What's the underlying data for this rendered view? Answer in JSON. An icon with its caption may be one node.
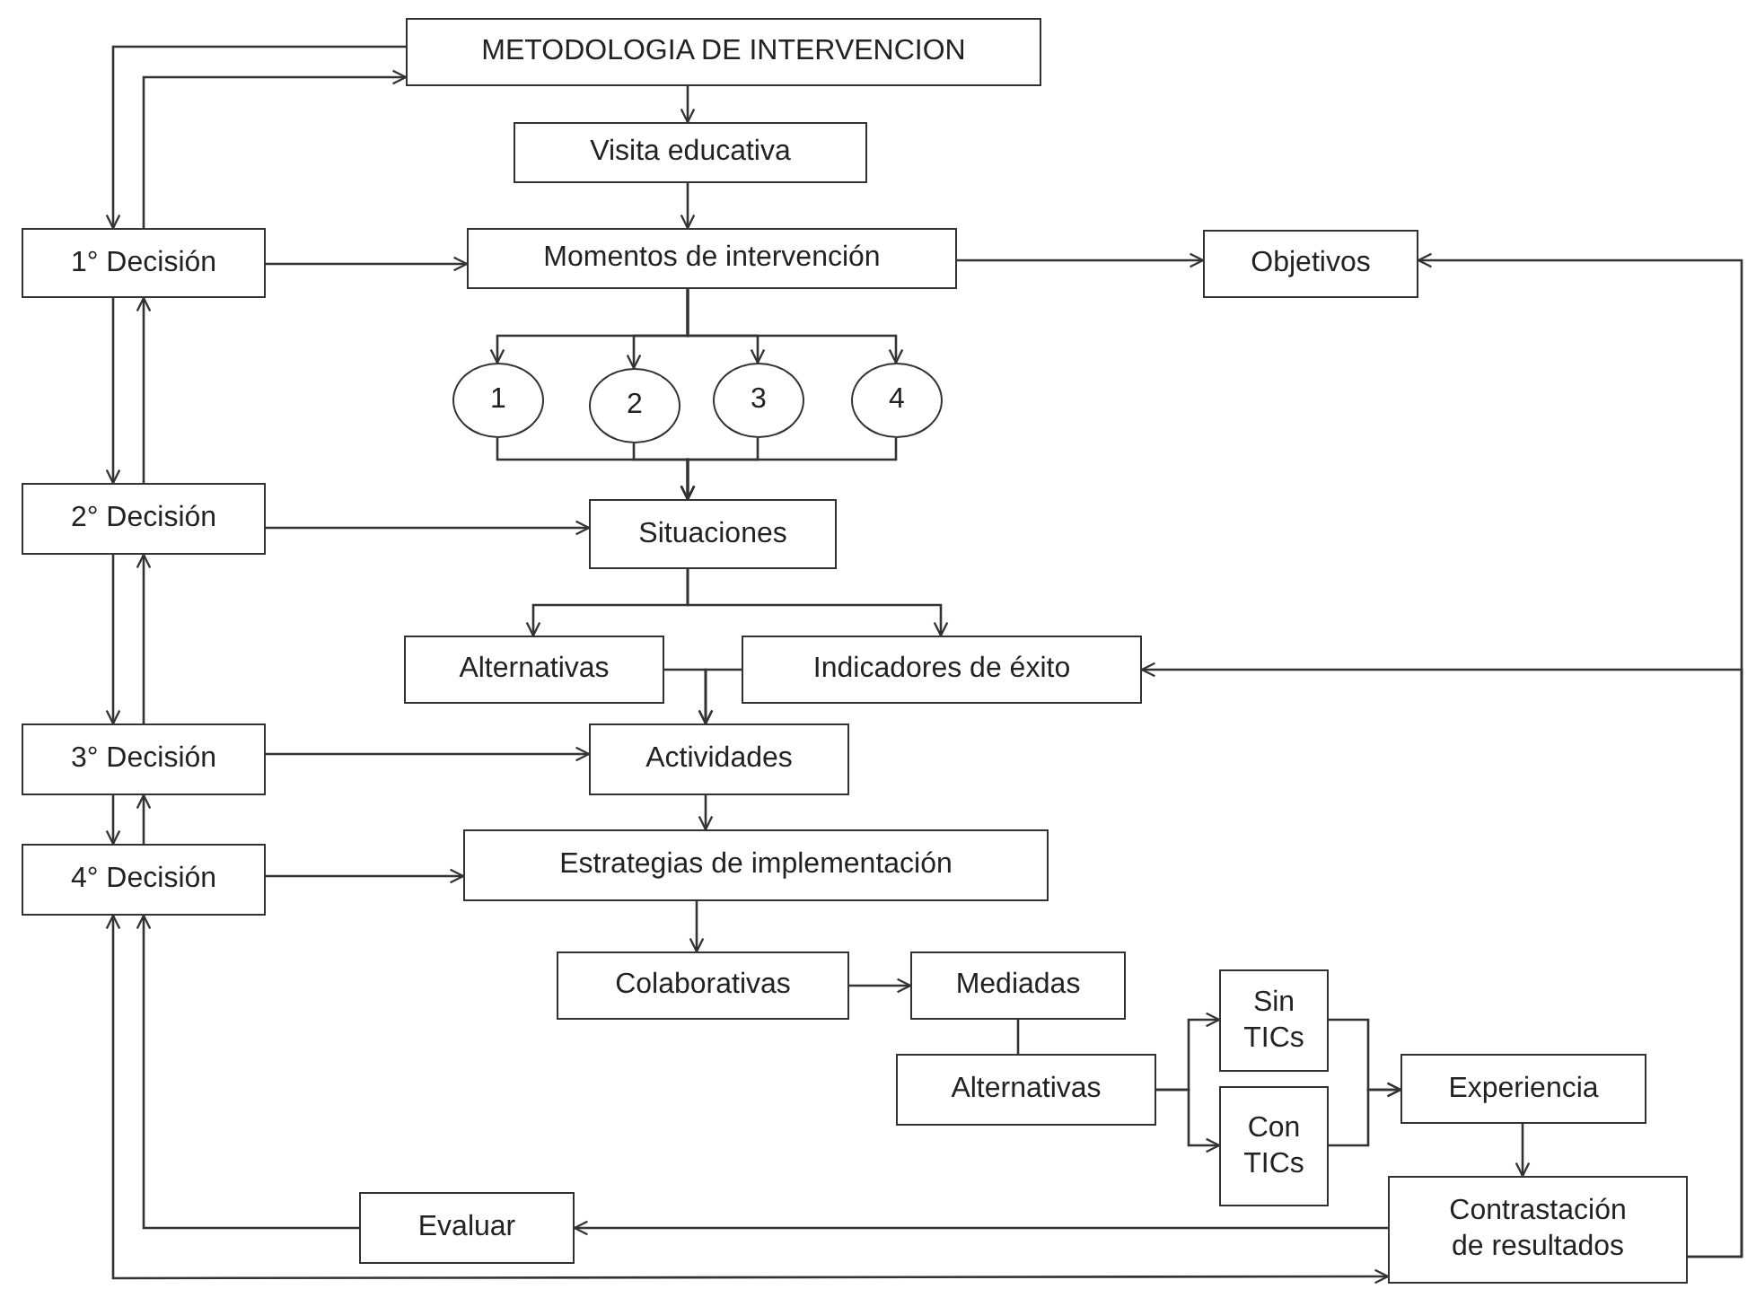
{
  "diagram": {
    "nodes": [
      {
        "text": [
          "METODOLOGIA DE INTERVENCION"
        ]
      },
      {
        "text": [
          "Visita educativa"
        ]
      },
      {
        "text": [
          "1° Decisión"
        ]
      },
      {
        "text": [
          "Momentos de intervención"
        ]
      },
      {
        "text": [
          "Objetivos"
        ]
      },
      {
        "text": [
          "1"
        ]
      },
      {
        "text": [
          "2"
        ]
      },
      {
        "text": [
          "3"
        ]
      },
      {
        "text": [
          "4"
        ]
      },
      {
        "text": [
          "2° Decisión"
        ]
      },
      {
        "text": [
          "Situaciones"
        ]
      },
      {
        "text": [
          "Alternativas"
        ]
      },
      {
        "text": [
          "Indicadores de éxito"
        ]
      },
      {
        "text": [
          "3° Decisión"
        ]
      },
      {
        "text": [
          "Actividades"
        ]
      },
      {
        "text": [
          "4° Decisión"
        ]
      },
      {
        "text": [
          "Estrategias de implementación"
        ]
      },
      {
        "text": [
          "Colaborativas"
        ]
      },
      {
        "text": [
          "Mediadas"
        ]
      },
      {
        "text": [
          "Alternativas"
        ]
      },
      {
        "text": [
          "Sin TICs"
        ]
      },
      {
        "text": [
          "Con TICs"
        ]
      },
      {
        "text": [
          "Experiencia"
        ]
      },
      {
        "text": [
          "Evaluar"
        ]
      },
      {
        "text": [
          "Contrastación de resultados"
        ]
      }
    ],
    "edges": [
      {
        "from": 0,
        "to": 2,
        "arrow": "to"
      },
      {
        "from": 2,
        "to": 0,
        "arrow": "to"
      },
      {
        "from": 0,
        "to": 1,
        "arrow": "to"
      },
      {
        "from": 1,
        "to": 3,
        "arrow": "to"
      },
      {
        "from": 2,
        "to": 3,
        "arrow": "to"
      },
      {
        "from": 3,
        "to": 4,
        "arrow": "to"
      },
      {
        "from": 24,
        "to": 4,
        "arrow": "to"
      },
      {
        "from": 3,
        "to": 5,
        "arrow": "to"
      },
      {
        "from": 3,
        "to": 6,
        "arrow": "to"
      },
      {
        "from": 3,
        "to": 7,
        "arrow": "to"
      },
      {
        "from": 3,
        "to": 8,
        "arrow": "to"
      },
      {
        "from": 5,
        "to": 10,
        "arrow": "to"
      },
      {
        "from": 6,
        "to": 10,
        "arrow": "to"
      },
      {
        "from": 7,
        "to": 10,
        "arrow": "to"
      },
      {
        "from": 8,
        "to": 10,
        "arrow": "to"
      },
      {
        "from": 2,
        "to": 9,
        "arrow": "to"
      },
      {
        "from": 9,
        "to": 2,
        "arrow": "to"
      },
      {
        "from": 9,
        "to": 10,
        "arrow": "to"
      },
      {
        "from": 10,
        "to": 11,
        "arrow": "to"
      },
      {
        "from": 10,
        "to": 12,
        "arrow": "to"
      },
      {
        "from": 11,
        "to": 14,
        "arrow": "to"
      },
      {
        "from": 12,
        "to": 14,
        "arrow": "to"
      },
      {
        "from": 9,
        "to": 13,
        "arrow": "to"
      },
      {
        "from": 13,
        "to": 9,
        "arrow": "to"
      },
      {
        "from": 13,
        "to": 14,
        "arrow": "to"
      },
      {
        "from": 13,
        "to": 15,
        "arrow": "to"
      },
      {
        "from": 15,
        "to": 13,
        "arrow": "to"
      },
      {
        "from": 15,
        "to": 16,
        "arrow": "to"
      },
      {
        "from": 14,
        "to": 16,
        "arrow": "to"
      },
      {
        "from": 16,
        "to": 17,
        "arrow": "to"
      },
      {
        "from": 17,
        "to": 18,
        "arrow": "to"
      },
      {
        "from": 18,
        "to": 19,
        "arrow": "none"
      },
      {
        "from": 19,
        "to": 20,
        "arrow": "to"
      },
      {
        "from": 19,
        "to": 21,
        "arrow": "to"
      },
      {
        "from": 20,
        "to": 22,
        "arrow": "to"
      },
      {
        "from": 21,
        "to": 22,
        "arrow": "to"
      },
      {
        "from": 22,
        "to": 24,
        "arrow": "to"
      },
      {
        "from": 24,
        "to": 23,
        "arrow": "to"
      },
      {
        "from": 23,
        "to": 15,
        "arrow": "to"
      },
      {
        "from": 15,
        "to": 24,
        "arrow": "both"
      },
      {
        "from": 24,
        "to": 12,
        "arrow": "to"
      }
    ]
  }
}
